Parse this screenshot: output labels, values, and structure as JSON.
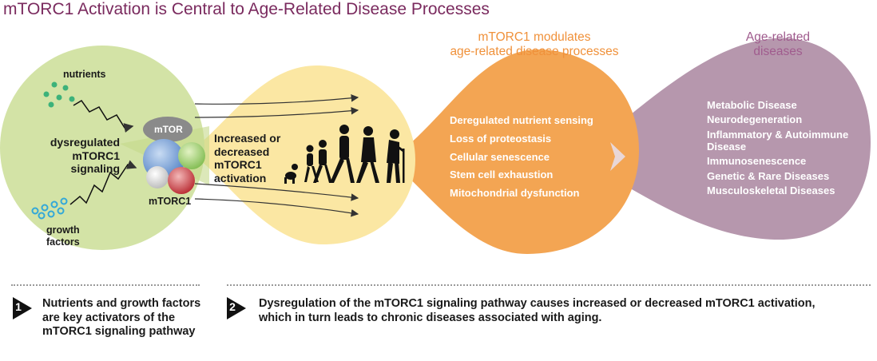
{
  "title": "mTORC1 Activation is Central to Age-Related Disease Processes",
  "left_panel": {
    "nutrients_label": "nutrients",
    "signaling_label": [
      "dysregulated",
      "mTORC1",
      "signaling"
    ],
    "growth_label": [
      "growth",
      "factors"
    ],
    "mtor_label": "mTOR",
    "mtorc1_label": "mTORC1"
  },
  "activation_label": [
    "Increased or",
    "decreased",
    "mTORC1",
    "activation"
  ],
  "processes": {
    "heading": [
      "mTORC1 modulates",
      "age-related disease processes"
    ],
    "items": [
      "Deregulated nutrient sensing",
      "Loss of proteostasis",
      "Cellular senescence",
      "Stem cell exhaustion",
      "Mitochondrial dysfunction"
    ]
  },
  "diseases": {
    "heading": [
      "Age-related",
      "diseases"
    ],
    "items": [
      "Metabolic Disease",
      "Neurodegeneration",
      "Inflammatory & Autoimmune Disease",
      "Immunosenescence",
      "Genetic & Rare Diseases",
      "Musculoskeletal Diseases"
    ]
  },
  "steps": [
    {
      "number": "1",
      "text": "Nutrients and growth factors are key activators of the mTORC1 signaling pathway"
    },
    {
      "number": "2",
      "text": "Dysregulation of the mTORC1 signaling pathway causes increased or decreased mTORC1 activation, which in turn leads to chronic diseases associated with aging."
    }
  ],
  "colors": {
    "green": "#d3e3a6",
    "yellow": "#fbe7a3",
    "orange": "#f3a553",
    "purple": "#b697ad",
    "title": "#7a2a5e"
  }
}
